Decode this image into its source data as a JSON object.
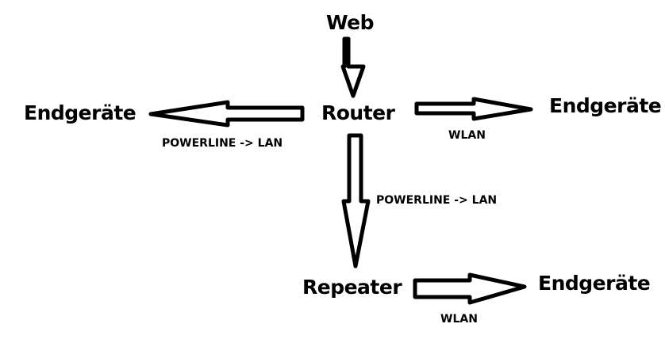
{
  "diagram": {
    "nodes": {
      "web": "Web",
      "router": "Router",
      "endgeraete_left": "Endgeräte",
      "endgeraete_right": "Endgeräte",
      "repeater": "Repeater",
      "endgeraete_repeater": "Endgeräte"
    },
    "edges": [
      {
        "from": "Web",
        "to": "Router",
        "label": ""
      },
      {
        "from": "Router",
        "to": "Endgeräte",
        "label": "POWERLINE -> LAN"
      },
      {
        "from": "Router",
        "to": "Endgeräte",
        "label": "WLAN"
      },
      {
        "from": "Router",
        "to": "Repeater",
        "label": "POWERLINE -> LAN"
      },
      {
        "from": "Repeater",
        "to": "Endgeräte",
        "label": "WLAN"
      }
    ],
    "colors": {
      "stroke": "#000000",
      "fill": "#ffffff",
      "text": "#000000"
    }
  }
}
